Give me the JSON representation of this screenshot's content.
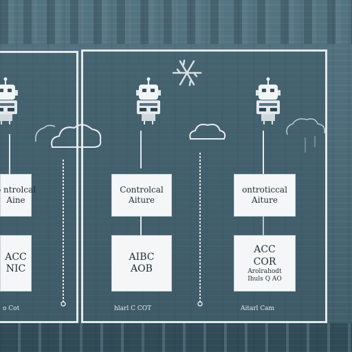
{
  "columns": [
    {
      "id": "left",
      "top_box": {
        "line1": "o ntrolcal",
        "line2": "Aine"
      },
      "bottom_box": {
        "line1": "ACC",
        "line2": "NIC",
        "small1": "",
        "small2": ""
      },
      "caption": "o Cot"
    },
    {
      "id": "center",
      "top_box": {
        "line1": "Controlcal",
        "line2": "Aiture"
      },
      "bottom_box": {
        "line1": "AIBC",
        "line2": "AOB",
        "small1": "",
        "small2": ""
      },
      "caption": "hlarl C COT"
    },
    {
      "id": "right",
      "top_box": {
        "line1": "ontroticcal",
        "line2": "Aiture"
      },
      "bottom_box": {
        "line1": "ACC",
        "line2": "COR",
        "small1": "Arolrahodt",
        "small2": "Ihuls Q AO"
      },
      "caption": "Aitarl Cam"
    }
  ],
  "icons": {
    "robot": "robot-icon",
    "cloud": "cloud-icon",
    "snowflake": "snowflake-icon"
  },
  "colors": {
    "background": "#4c6b78",
    "line": "#e4eaed",
    "box_fill": "#f4f6f7",
    "text": "#1d2b32"
  }
}
